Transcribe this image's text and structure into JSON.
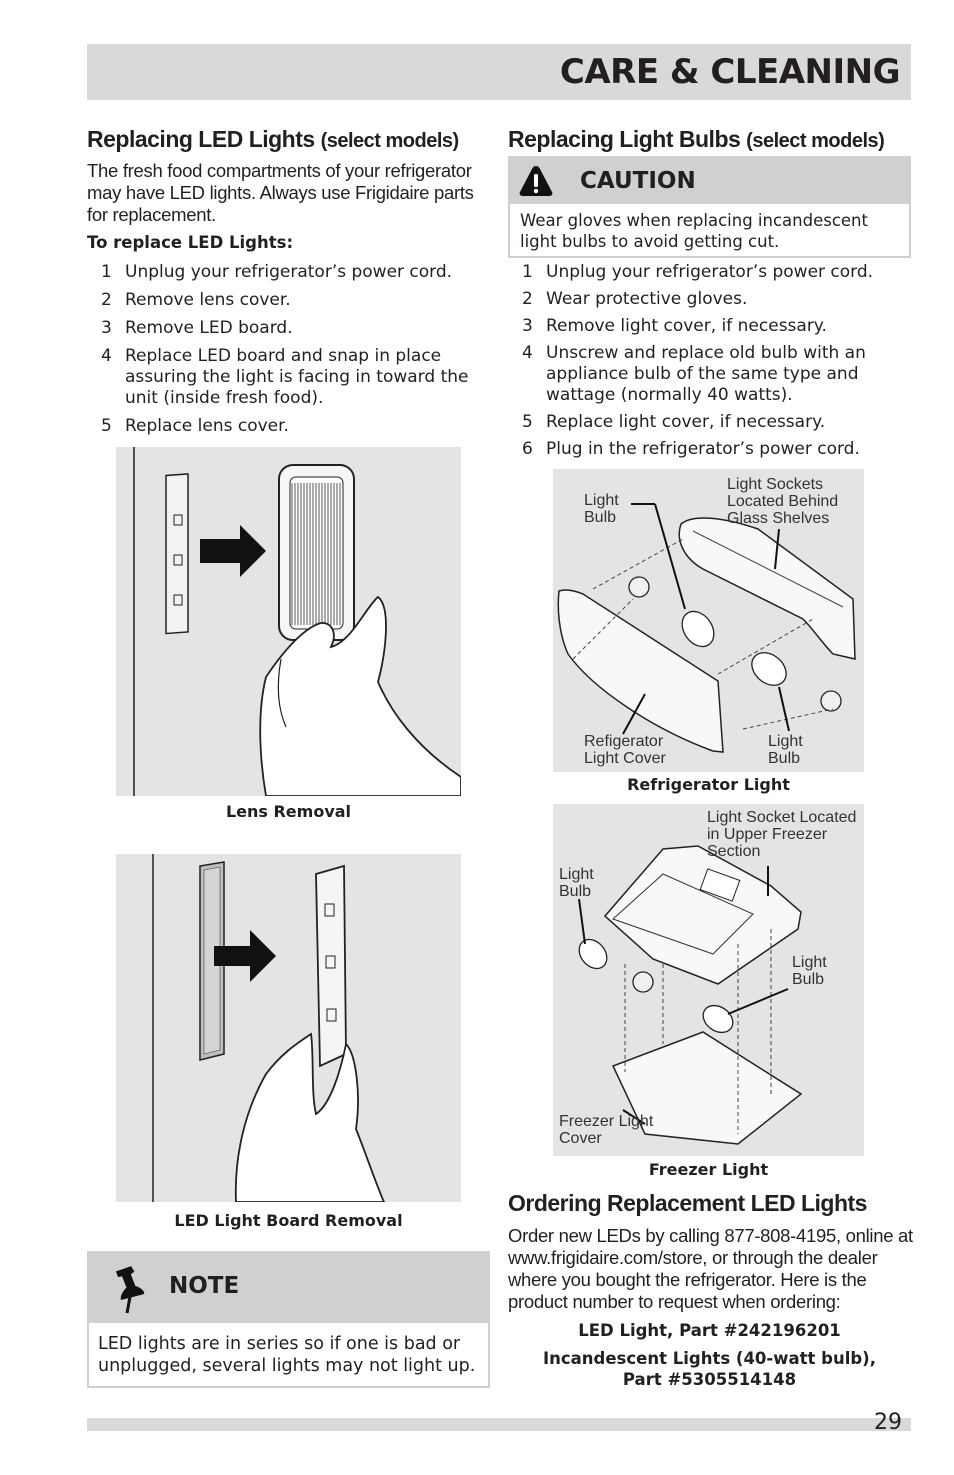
{
  "header": {
    "title": "CARE & CLEANING"
  },
  "left": {
    "heading_main": "Replacing LED Lights",
    "heading_sub": "(select models)",
    "intro": "The fresh food compartments of your refrigerator may have LED lights. Always use Frigidaire parts for replacement.",
    "subheading": "To replace LED Lights:",
    "steps": [
      {
        "num": "1",
        "text": "Unplug your refrigerator’s power cord."
      },
      {
        "num": "2",
        "text": "Remove lens cover."
      },
      {
        "num": "3",
        "text": "Remove LED board."
      },
      {
        "num": "4",
        "text": "Replace LED board and snap in place assuring the light is facing in toward the unit (inside fresh food)."
      },
      {
        "num": "5",
        "text": "Replace lens cover."
      }
    ],
    "figure1_caption": "Lens Removal",
    "figure2_caption": "LED Light Board Removal",
    "note": {
      "title": "NOTE",
      "text": "LED lights are in series so if one is bad or unplugged, several lights may not light up."
    }
  },
  "right": {
    "heading_main": "Replacing Light Bulbs",
    "heading_sub": "(select models)",
    "caution": {
      "title": "CAUTION",
      "text": "Wear gloves when replacing incandescent light bulbs to avoid getting cut."
    },
    "steps": [
      {
        "num": "1",
        "text": "Unplug your refrigerator’s power cord."
      },
      {
        "num": "2",
        "text": "Wear protective gloves."
      },
      {
        "num": "3",
        "text": "Remove light cover, if necessary."
      },
      {
        "num": "4",
        "text": "Unscrew and replace old bulb with an appliance bulb of the same type and wattage (normally 40 watts)."
      },
      {
        "num": "5",
        "text": "Replace light cover, if necessary."
      },
      {
        "num": "6",
        "text": "Plug in the refrigerator’s power cord."
      }
    ],
    "fig3": {
      "label_bulb_left": "Light Bulb",
      "label_sockets": "Light Sockets Located Behind Glass Shelves",
      "label_cover": "Refigerator Light Cover",
      "label_bulb_right": "Light Bulb",
      "caption": "Refrigerator Light"
    },
    "fig4": {
      "label_socket": "Light Socket Located in Upper Freezer Section",
      "label_bulb_left": "Light Bulb",
      "label_bulb_right": "Light Bulb",
      "label_cover": "Freezer Light Cover",
      "caption": "Freezer Light"
    },
    "ordering": {
      "heading": "Ordering Replacement LED Lights",
      "text": "Order new LEDs by calling 877-808-4195, online at www.frigidaire.com/store, or through the dealer where you bought the refrigerator. Here is the product number to request when ordering:",
      "part_led": "LED Light, Part #242196201",
      "part_inc_1": "Incandescent Lights (40-watt bulb),",
      "part_inc_2": "Part #5305514148"
    }
  },
  "footer": {
    "page_number": "29"
  }
}
